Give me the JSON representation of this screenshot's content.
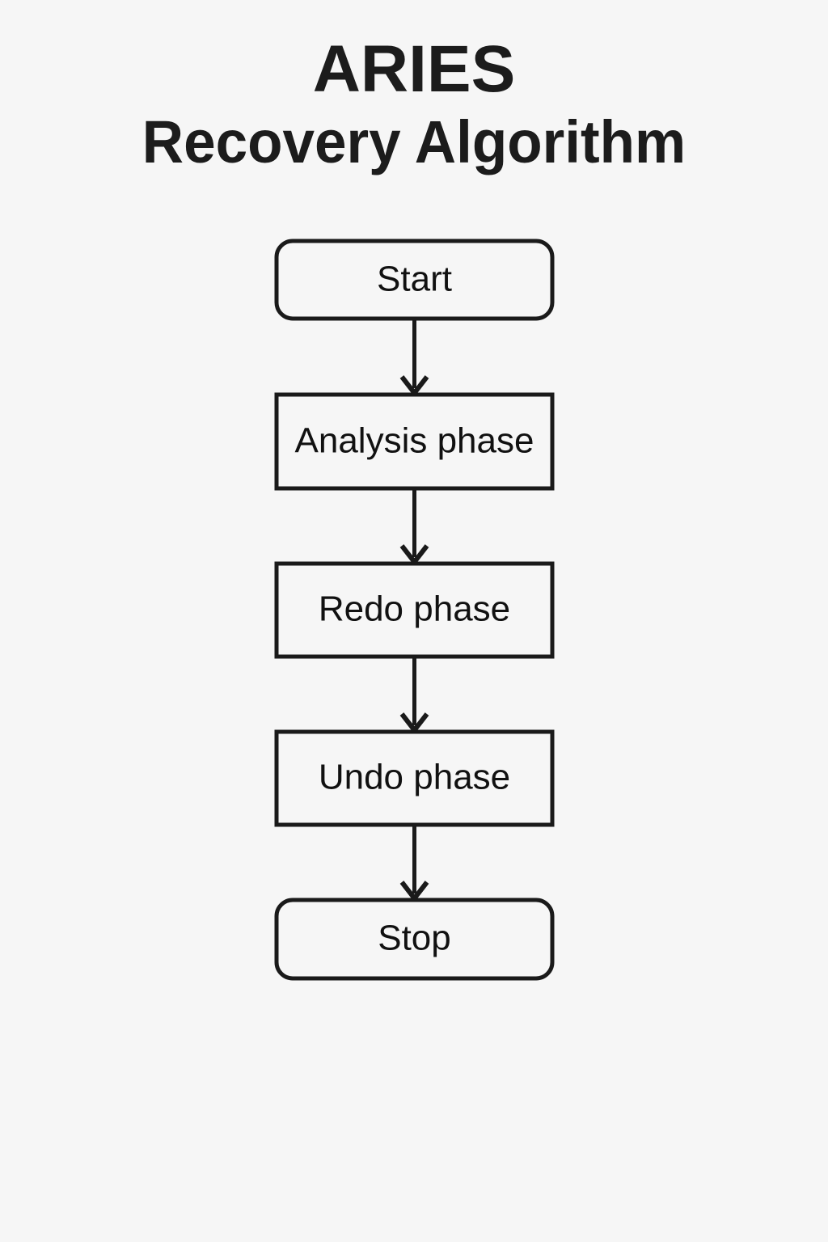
{
  "title": {
    "line1": "ARIES",
    "line2": "Recovery Algorithm"
  },
  "colors": {
    "background": "#f6f6f6",
    "stroke": "#1a1a1a",
    "text": "#111111"
  },
  "diagram": {
    "type": "flowchart",
    "orientation": "top-to-bottom",
    "nodes": [
      {
        "id": "start",
        "label": "Start",
        "shape": "rounded-rectangle"
      },
      {
        "id": "analysis",
        "label": "Analysis phase",
        "shape": "rectangle"
      },
      {
        "id": "redo",
        "label": "Redo phase",
        "shape": "rectangle"
      },
      {
        "id": "undo",
        "label": "Undo phase",
        "shape": "rectangle"
      },
      {
        "id": "stop",
        "label": "Stop",
        "shape": "rounded-rectangle"
      }
    ],
    "edges": [
      {
        "from": "start",
        "to": "analysis",
        "label": ""
      },
      {
        "from": "analysis",
        "to": "redo",
        "label": ""
      },
      {
        "from": "redo",
        "to": "undo",
        "label": ""
      },
      {
        "from": "undo",
        "to": "stop",
        "label": ""
      }
    ]
  }
}
